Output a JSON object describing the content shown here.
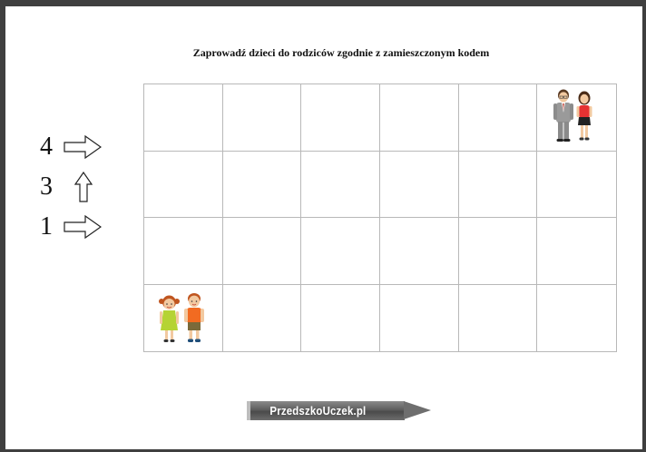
{
  "worksheet": {
    "title": "Zaprowadź dzieci do rodziców zgodnie z zamieszczonym kodem",
    "grid": {
      "rows": 4,
      "columns": 6,
      "parents_cell": {
        "row": 1,
        "column": 6
      },
      "children_cell": {
        "row": 4,
        "column": 1
      }
    },
    "code": [
      {
        "number": "4",
        "direction": "right",
        "icon": "arrow-right-icon"
      },
      {
        "number": "3",
        "direction": "up",
        "icon": "arrow-up-icon"
      },
      {
        "number": "1",
        "direction": "right",
        "icon": "arrow-right-icon"
      }
    ],
    "figures": {
      "parents_icon": "parents-icon",
      "children_icon": "children-icon"
    },
    "colors": {
      "frame": "#3f3f3f",
      "grid_lines": "#b8b8b8",
      "brand_gray": "#6e6e6e",
      "boy_shirt": "#f26b21",
      "girl_dress": "#b5d334",
      "mother_top": "#e63232",
      "father_suit": "#9a9a9a"
    }
  },
  "footer": {
    "brand": "PrzedszkoUczek.pl"
  }
}
